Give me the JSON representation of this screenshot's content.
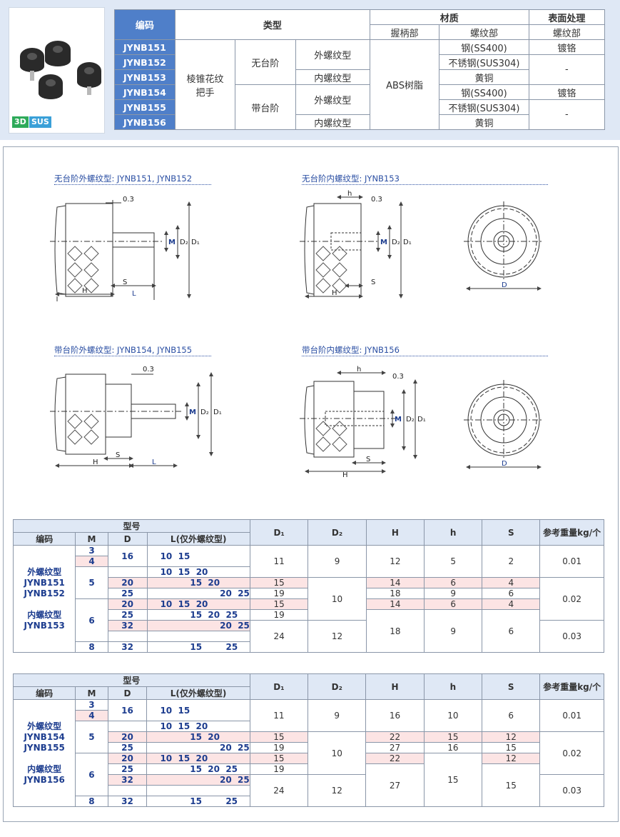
{
  "badges": {
    "b3d": "3D",
    "bsus": "SUS",
    "b3d_color": "#2eaa5a",
    "bsus_color": "#3aa0d8"
  },
  "spec": {
    "h_code": "编码",
    "h_type": "类型",
    "h_material": "材质",
    "h_surface": "表面处理",
    "h_grip": "握柄部",
    "h_thread": "螺纹部",
    "h_thread2": "螺纹部",
    "codes": [
      "JYNB151",
      "JYNB152",
      "JYNB153",
      "JYNB154",
      "JYNB155",
      "JYNB156"
    ],
    "type_main": "棱锥花纹\n把手",
    "no_step": "无台阶",
    "step": "带台阶",
    "ext": "外螺纹型",
    "int": "内螺纹型",
    "grip_material": "ABS树脂",
    "thread_materials": [
      "钢(SS400)",
      "不锈钢(SUS304)",
      "黄铜",
      "钢(SS400)",
      "不锈钢(SUS304)",
      "黄铜"
    ],
    "surface_1": "镀铬",
    "surface_dash_1": "-",
    "surface_2": "镀铬",
    "surface_dash_2": "-"
  },
  "drawings": {
    "t1": "无台阶外螺纹型: JYNB151, JYNB152",
    "t2": "无台阶内螺纹型: JYNB153",
    "t3": "带台阶外螺纹型: JYNB154, JYNB155",
    "t4": "带台阶内螺纹型: JYNB156",
    "dim_03": "0.3",
    "dim_h": "h",
    "dim_M": "M",
    "dim_D1": "D₁",
    "dim_D2": "D₂",
    "dim_H": "H",
    "dim_S": "S",
    "dim_L": "L",
    "dim_D": "D"
  },
  "table_head": {
    "model": "型号",
    "code": "编码",
    "M": "M",
    "D": "D",
    "L": "L(仅外螺纹型)",
    "D1": "D₁",
    "D2": "D₂",
    "H": "H",
    "h": "h",
    "S": "S",
    "weight": "参考重量kg/个"
  },
  "tableA": {
    "code_text": "外螺纹型\nJYNB151\nJYNB152\n\n内螺纹型\nJYNB153",
    "m": [
      "3",
      "4",
      "5",
      "6",
      "8"
    ],
    "d": [
      "16",
      "20",
      "25",
      "20",
      "25",
      "32",
      "32"
    ],
    "l": [
      "10  15",
      "10  15  20",
      "          15  20",
      "                    20  25",
      "10  15  20",
      "          15  20  25",
      "                    20  25",
      "          15        25"
    ],
    "d1": [
      "11",
      "15",
      "19",
      "15",
      "19",
      "24"
    ],
    "d2": [
      "9",
      "10",
      "12"
    ],
    "H": [
      "12",
      "14",
      "18",
      "14",
      "18"
    ],
    "hh": [
      "5",
      "6",
      "9",
      "6",
      "9"
    ],
    "S": [
      "2",
      "4",
      "6",
      "4",
      "6"
    ],
    "w": [
      "0.01",
      "0.02",
      "0.03"
    ]
  },
  "tableB": {
    "code_text": "外螺纹型\nJYNB154\nJYNB155\n\n内螺纹型\nJYNB156",
    "m": [
      "3",
      "4",
      "5",
      "6",
      "8"
    ],
    "d": [
      "16",
      "20",
      "25",
      "20",
      "25",
      "32",
      "32"
    ],
    "l": [
      "10  15",
      "10  15  20",
      "          15  20",
      "                    20  25",
      "10  15  20",
      "          15  20  25",
      "                    20  25",
      "          15        25"
    ],
    "d1": [
      "11",
      "15",
      "19",
      "15",
      "19",
      "24"
    ],
    "d2": [
      "9",
      "10",
      "12"
    ],
    "H": [
      "16",
      "22",
      "27",
      "22",
      "27"
    ],
    "hh": [
      "10",
      "15",
      "16",
      "15"
    ],
    "S": [
      "6",
      "12",
      "15",
      "12",
      "15"
    ],
    "w": [
      "0.01",
      "0.02",
      "0.03"
    ]
  }
}
